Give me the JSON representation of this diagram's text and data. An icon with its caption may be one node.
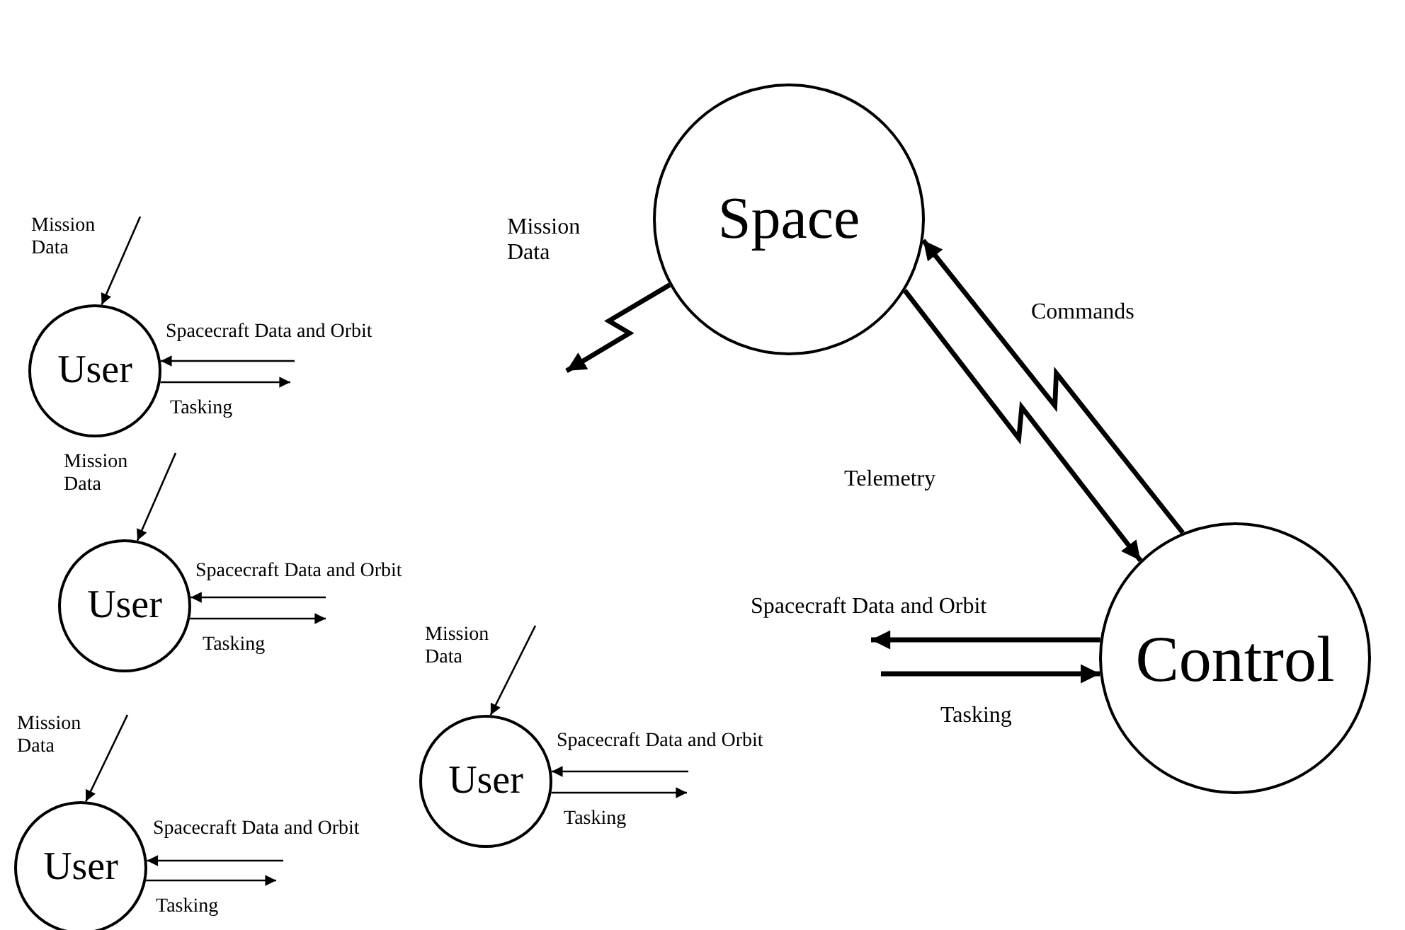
{
  "diagram": {
    "nodes": [
      {
        "text": [
          "Space"
        ]
      },
      {
        "text": [
          "User"
        ]
      },
      {
        "text": [
          "User"
        ]
      },
      {
        "text": [
          "Control"
        ]
      },
      {
        "text": [
          "User"
        ]
      },
      {
        "text": [
          "User"
        ]
      }
    ],
    "edges": [
      {
        "from": 0,
        "to": null,
        "arrow": "to",
        "label": "Mission Data",
        "style": "thick"
      },
      {
        "from": 0,
        "to": 3,
        "arrow": "to",
        "label": "Telemetry",
        "style": "thick"
      },
      {
        "from": 3,
        "to": 0,
        "arrow": "to",
        "label": "Commands",
        "style": "thick"
      },
      {
        "from": 3,
        "to": null,
        "arrow": "to",
        "label": "Spacecraft Data and Orbit",
        "style": "thick"
      },
      {
        "from": null,
        "to": 3,
        "arrow": "to",
        "label": "Tasking",
        "style": "thick"
      },
      {
        "from": null,
        "to": 1,
        "arrow": "to",
        "label": "Mission Data"
      },
      {
        "from": null,
        "to": 1,
        "arrow": "to",
        "label": "Spacecraft Data and Orbit"
      },
      {
        "from": 1,
        "to": null,
        "arrow": "to",
        "label": "Tasking"
      },
      {
        "from": null,
        "to": 2,
        "arrow": "to",
        "label": "Mission Data"
      },
      {
        "from": null,
        "to": 2,
        "arrow": "to",
        "label": "Spacecraft Data and Orbit"
      },
      {
        "from": 2,
        "to": null,
        "arrow": "to",
        "label": "Tasking"
      },
      {
        "from": null,
        "to": 4,
        "arrow": "to",
        "label": "Mission Data"
      },
      {
        "from": null,
        "to": 4,
        "arrow": "to",
        "label": "Spacecraft Data and Orbit"
      },
      {
        "from": 4,
        "to": null,
        "arrow": "to",
        "label": "Tasking"
      },
      {
        "from": null,
        "to": 5,
        "arrow": "to",
        "label": "Mission Data"
      },
      {
        "from": null,
        "to": 5,
        "arrow": "to",
        "label": "Spacecraft Data and Orbit"
      },
      {
        "from": 5,
        "to": null,
        "arrow": "to",
        "label": "Tasking"
      }
    ]
  }
}
